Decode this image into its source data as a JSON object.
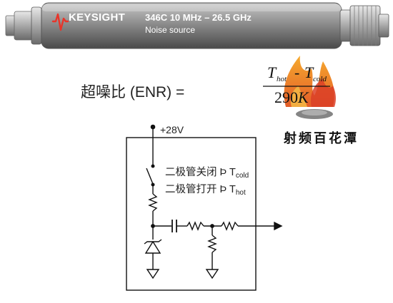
{
  "noise_source": {
    "brand": "KEYSIGHT",
    "model_line": "346C  10 MHz – 26.5 GHz",
    "model_sub": "Noise source"
  },
  "enr": {
    "label": "超噪比 (ENR) =",
    "numerator_left": "T",
    "numerator_left_sub": "hot",
    "minus": "-",
    "numerator_right": "T",
    "numerator_right_sub": "cold",
    "denominator_value": "290",
    "denominator_unit": "K"
  },
  "watermark": {
    "text": "射频百花潭"
  },
  "circuit": {
    "supply": "+28V",
    "diode_off": {
      "text": "二极管关闭 Þ T",
      "sub": "cold"
    },
    "diode_on": {
      "text": "二极管打开 Þ T",
      "sub": "hot"
    }
  },
  "colors": {
    "body_gray": "#8c8c8c",
    "flame_orange": "#f08a1c",
    "flame_red": "#d9361c",
    "line": "#111111"
  }
}
